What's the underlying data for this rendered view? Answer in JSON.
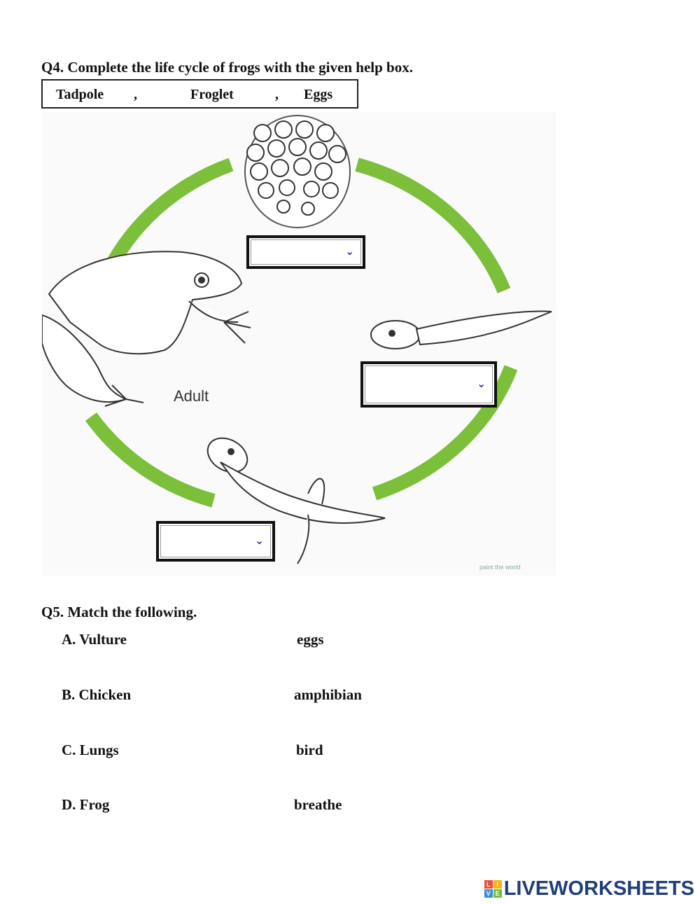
{
  "q4": {
    "title": "Q4. Complete the life cycle of frogs with the given help box.",
    "help_box": {
      "words": [
        "Tadpole",
        ",",
        "Froglet",
        ",",
        "Eggs"
      ]
    },
    "diagram": {
      "adult_label": "Adult",
      "watermark": "paint the world",
      "dropdowns": [
        {
          "position": "below-eggs",
          "value": ""
        },
        {
          "position": "below-tadpole",
          "value": ""
        },
        {
          "position": "below-froglet",
          "value": ""
        }
      ],
      "ring_color": "#7bbf3a"
    }
  },
  "q5": {
    "title": "Q5. Match the following.",
    "left": [
      "A. Vulture",
      "B. Chicken",
      "C. Lungs",
      "D. Frog"
    ],
    "right": [
      "eggs",
      "amphibian",
      "bird",
      "breathe"
    ]
  },
  "footer": {
    "logo_blocks": [
      "L",
      "I",
      "V",
      "E"
    ],
    "logo_colors": [
      "#e94e3c",
      "#f5b417",
      "#3b8ed8",
      "#6cbf3c"
    ],
    "logo_text": "LIVEWORKSHEETS"
  }
}
